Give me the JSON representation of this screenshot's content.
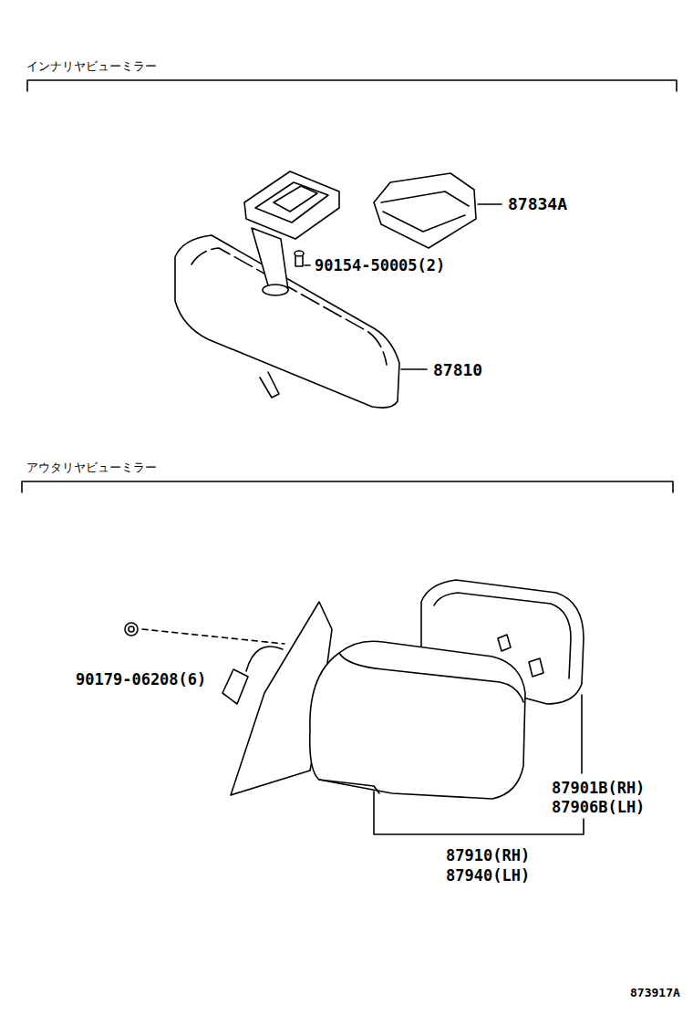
{
  "diagram": {
    "labels": [
      "インナリヤビューミラー",
      "87834A",
      "90154-50005(2)",
      "87810",
      "アウタリヤビューミラー",
      "90179-06208(6)",
      "87901B(RH)",
      "87906B(LH)",
      "87910(RH)",
      "87940(LH)",
      "873917A"
    ]
  }
}
